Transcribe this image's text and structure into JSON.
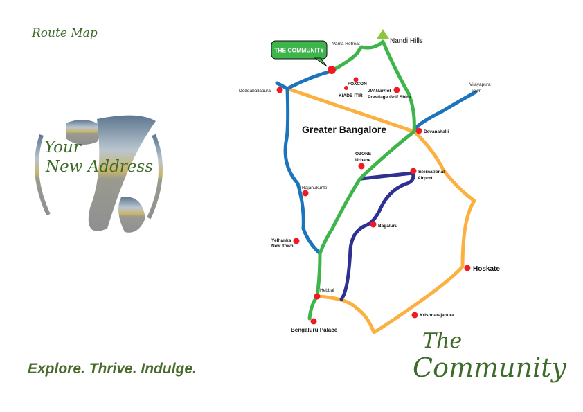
{
  "page": {
    "title": "Route Map",
    "tagline": "Explore. Thrive. Indulge.",
    "brand_line1": "The",
    "brand_line2": "Community"
  },
  "hero": {
    "line1": "Your",
    "line2": "New Address"
  },
  "map": {
    "callout": "THE COMMUNITY",
    "region_label": "Greater Bangalore",
    "colors": {
      "green": "#3db54a",
      "blue": "#1c75bc",
      "orange": "#fbb040",
      "navy": "#2e3192",
      "dot": "#ed1c24"
    },
    "places": {
      "nandi": "Nandi Hills",
      "vama": "Vama Retreat",
      "foxcon": "FOXCON",
      "kiadb": "KIADB ITIR",
      "jw1": "JW Marriot",
      "jw2": "Prestiage Golf Shire",
      "doddaballapura": "Doddaballapura",
      "vij1": "Vijayapura",
      "vij2": "Town",
      "devanahalli": "Devanahalli",
      "ozone1": "OZONE",
      "ozone2": "Urbane",
      "airport1": "International",
      "airport2": "Airport",
      "rajanukunte": "Rajanukunte",
      "yel1": "Yelhanka",
      "yel2": "New Town",
      "bagaluru": "Bagaluru",
      "hoskate": "Hoskate",
      "hebbal": "Hebbal",
      "krishnarajapura": "Krishnarajapura",
      "palace": "Bengaluru Palace"
    }
  }
}
